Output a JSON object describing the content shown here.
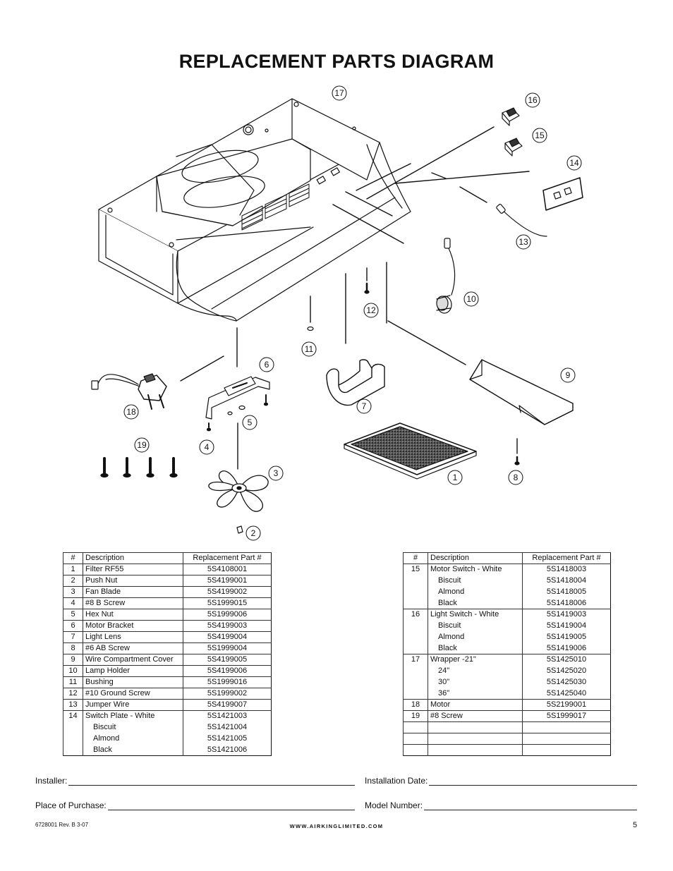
{
  "title": "REPLACEMENT PARTS DIAGRAM",
  "callouts": [
    "1",
    "2",
    "3",
    "4",
    "5",
    "6",
    "7",
    "8",
    "9",
    "10",
    "11",
    "12",
    "13",
    "14",
    "15",
    "16",
    "17",
    "18",
    "19"
  ],
  "table_left": {
    "headers": [
      "#",
      "Description",
      "Replacement Part #"
    ],
    "rows": [
      {
        "num": "1",
        "desc": "Filter RF55",
        "part": "5S4108001"
      },
      {
        "num": "2",
        "desc": "Push Nut",
        "part": "5S4199001"
      },
      {
        "num": "3",
        "desc": "Fan Blade",
        "part": "5S4199002"
      },
      {
        "num": "4",
        "desc": "#8 B Screw",
        "part": "5S1999015"
      },
      {
        "num": "5",
        "desc": "Hex Nut",
        "part": "5S1999006"
      },
      {
        "num": "6",
        "desc": "Motor Bracket",
        "part": "5S4199003"
      },
      {
        "num": "7",
        "desc": "Light Lens",
        "part": "5S4199004"
      },
      {
        "num": "8",
        "desc": "#6 AB Screw",
        "part": "5S1999004"
      },
      {
        "num": "9",
        "desc": "Wire Compartment Cover",
        "part": "5S4199005"
      },
      {
        "num": "10",
        "desc": "Lamp Holder",
        "part": "5S4199006"
      },
      {
        "num": "11",
        "desc": "Bushing",
        "part": "5S1999016"
      },
      {
        "num": "12",
        "desc": "#10 Ground Screw",
        "part": "5S1999002"
      },
      {
        "num": "13",
        "desc": "Jumper Wire",
        "part": "5S4199007"
      },
      {
        "num": "14",
        "desc": "Switch Plate - White",
        "part": "5S1421003"
      },
      {
        "num": "",
        "desc": "Biscuit",
        "part": "5S1421004"
      },
      {
        "num": "",
        "desc": "Almond",
        "part": "5S1421005"
      },
      {
        "num": "",
        "desc": "Black",
        "part": "5S1421006"
      }
    ]
  },
  "table_right": {
    "headers": [
      "#",
      "Description",
      "Replacement Part #"
    ],
    "rows": [
      {
        "num": "15",
        "desc": "Motor Switch - White",
        "part": "5S1418003"
      },
      {
        "num": "",
        "desc": "Biscuit",
        "part": "5S1418004"
      },
      {
        "num": "",
        "desc": "Almond",
        "part": "5S1418005"
      },
      {
        "num": "",
        "desc": "Black",
        "part": "5S1418006"
      },
      {
        "num": "16",
        "desc": "Light Switch - White",
        "part": "5S1419003"
      },
      {
        "num": "",
        "desc": "Biscuit",
        "part": "5S1419004"
      },
      {
        "num": "",
        "desc": "Almond",
        "part": "5S1419005"
      },
      {
        "num": "",
        "desc": "Black",
        "part": "5S1419006"
      },
      {
        "num": "17",
        "desc": "Wrapper -21\"",
        "part": "5S1425010"
      },
      {
        "num": "",
        "desc": "24\"",
        "part": "5S1425020"
      },
      {
        "num": "",
        "desc": "30\"",
        "part": "5S1425030"
      },
      {
        "num": "",
        "desc": "36\"",
        "part": "5S1425040"
      },
      {
        "num": "18",
        "desc": "Motor",
        "part": "5S2199001"
      },
      {
        "num": "19",
        "desc": "#8 Screw",
        "part": "5S1999017"
      },
      {
        "num": "",
        "desc": "",
        "part": ""
      },
      {
        "num": "",
        "desc": "",
        "part": ""
      },
      {
        "num": "",
        "desc": "",
        "part": ""
      }
    ]
  },
  "fields": {
    "installer": "Installer:",
    "installation_date": "Installation Date:",
    "place_of_purchase": "Place of Purchase:",
    "model_number": "Model Number:"
  },
  "footer": {
    "doc_number": "6728001 Rev. B 3-07",
    "website": "WWW.AIRKINGLIMITED.COM",
    "page": "5"
  }
}
